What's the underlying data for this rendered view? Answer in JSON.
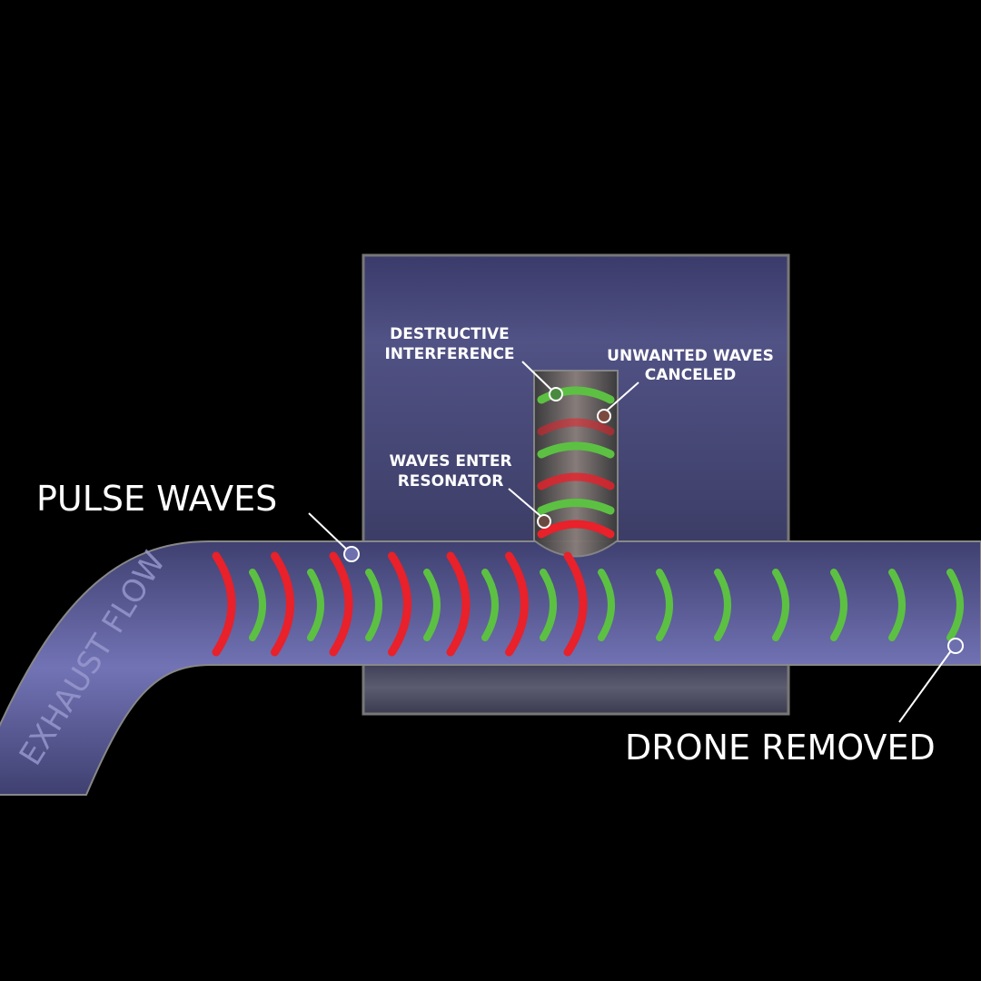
{
  "labels": {
    "pulse_waves": "PULSE WAVES",
    "drone_removed": "DRONE REMOVED",
    "exhaust_flow": "EXHAUST FLOW",
    "destructive_1": "DESTRUCTIVE",
    "destructive_2": "INTERFERENCE",
    "unwanted_1": "UNWANTED WAVES",
    "unwanted_2": "CANCELED",
    "enter_1": "WAVES ENTER",
    "enter_2": "RESONATOR"
  },
  "colors": {
    "background": "#000000",
    "pipe": "#6e6fae",
    "box": "#4a4b7a",
    "red_wave": "#e8212a",
    "green_wave": "#5cc142",
    "outline": "#8a8a8a"
  }
}
